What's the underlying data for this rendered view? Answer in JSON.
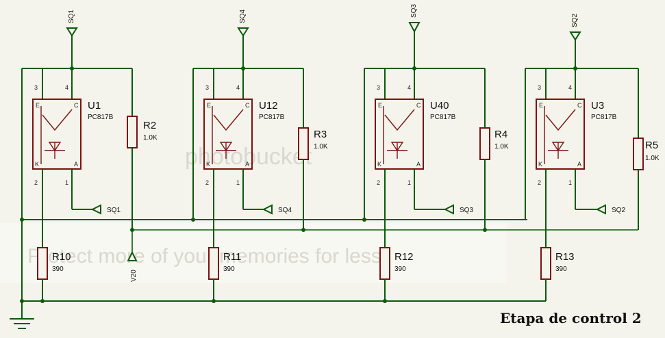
{
  "title": "Etapa de control 2",
  "overlay": {
    "logo_word": "photobucket",
    "banner": "Protect more of your memories for less!"
  },
  "optocouplers": [
    {
      "ref": "U1",
      "part": "PC817B",
      "signal": "SQ1",
      "resistor_ref": "R2",
      "resistor_val": "1.0K"
    },
    {
      "ref": "U12",
      "part": "PC817B",
      "signal": "SQ4",
      "resistor_ref": "R3",
      "resistor_val": "1.0K"
    },
    {
      "ref": "U40",
      "part": "PC817B",
      "signal": "SQ3",
      "resistor_ref": "R4",
      "resistor_val": "1.0K"
    },
    {
      "ref": "U3",
      "part": "PC817B",
      "signal": "SQ2",
      "resistor_ref": "R5",
      "resistor_val": "1.0K"
    }
  ],
  "bottom_resistors": [
    {
      "ref": "R10",
      "val": "390"
    },
    {
      "ref": "R11",
      "val": "390"
    },
    {
      "ref": "R12",
      "val": "390"
    },
    {
      "ref": "R13",
      "val": "390"
    }
  ],
  "supply_label": "V20",
  "pin_labels": {
    "p1": "1",
    "p2": "2",
    "p3": "3",
    "p4": "4",
    "E": "E",
    "C": "C",
    "K": "K",
    "A": "A"
  },
  "colors": {
    "wire": "#0b5a0b",
    "component": "#7a1212",
    "background": "#f4f4ec"
  }
}
